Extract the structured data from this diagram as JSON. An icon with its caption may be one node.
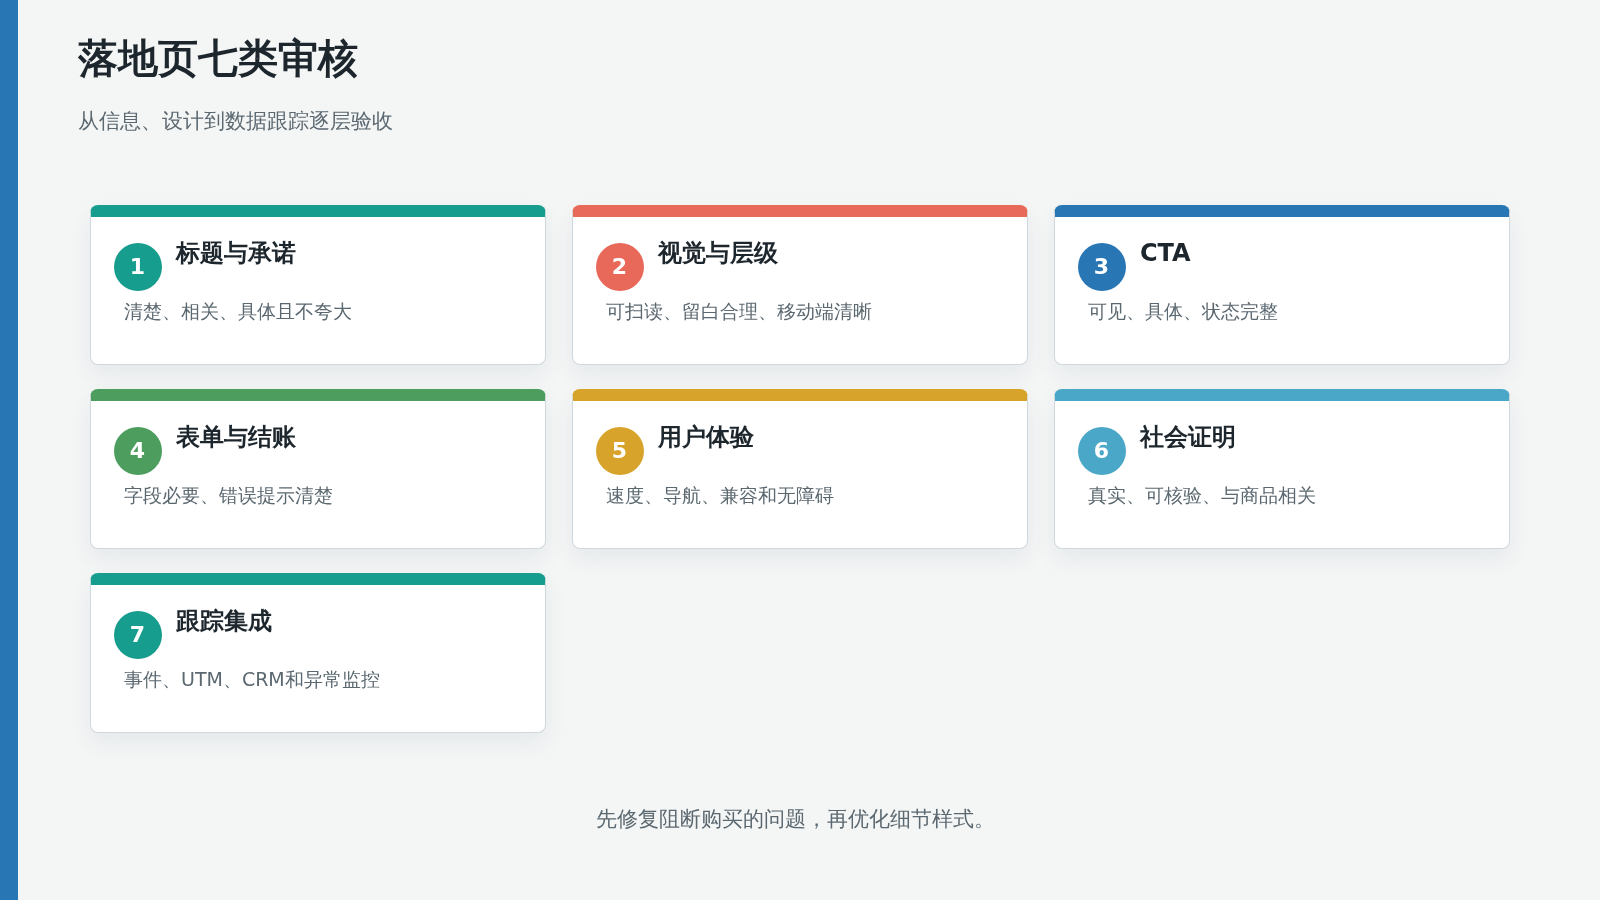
{
  "diagram": {
    "title": "落地页七类审核",
    "caption": "先修复阻断购买的问题，再优化细节样式。",
    "labels": [
      "从信息、设计到数据跟踪逐层验收"
    ],
    "nodes": [
      {
        "text": [
          "标题与承诺",
          "清楚、相关、具体且不夸大"
        ]
      },
      {
        "text": [
          "1"
        ],
        "in": 0
      },
      {
        "text": [
          "视觉与层级",
          "可扫读、留白合理、移动端清晰"
        ]
      },
      {
        "text": [
          "2"
        ],
        "in": 2
      },
      {
        "text": [
          "CTA",
          "可见、具体、状态完整"
        ]
      },
      {
        "text": [
          "3"
        ],
        "in": 4
      },
      {
        "text": [
          "表单与结账",
          "字段必要、错误提示清楚"
        ]
      },
      {
        "text": [
          "4"
        ],
        "in": 6
      },
      {
        "text": [
          "用户体验",
          "速度、导航、兼容和无障碍"
        ]
      },
      {
        "text": [
          "5"
        ],
        "in": 8
      },
      {
        "text": [
          "社会证明",
          "真实、可核验、与商品相关"
        ]
      },
      {
        "text": [
          "6"
        ],
        "in": 10
      },
      {
        "text": [
          "跟踪集成",
          "事件、UTM、CRM和异常监控"
        ]
      },
      {
        "text": [
          "7"
        ],
        "in": 12
      }
    ]
  }
}
